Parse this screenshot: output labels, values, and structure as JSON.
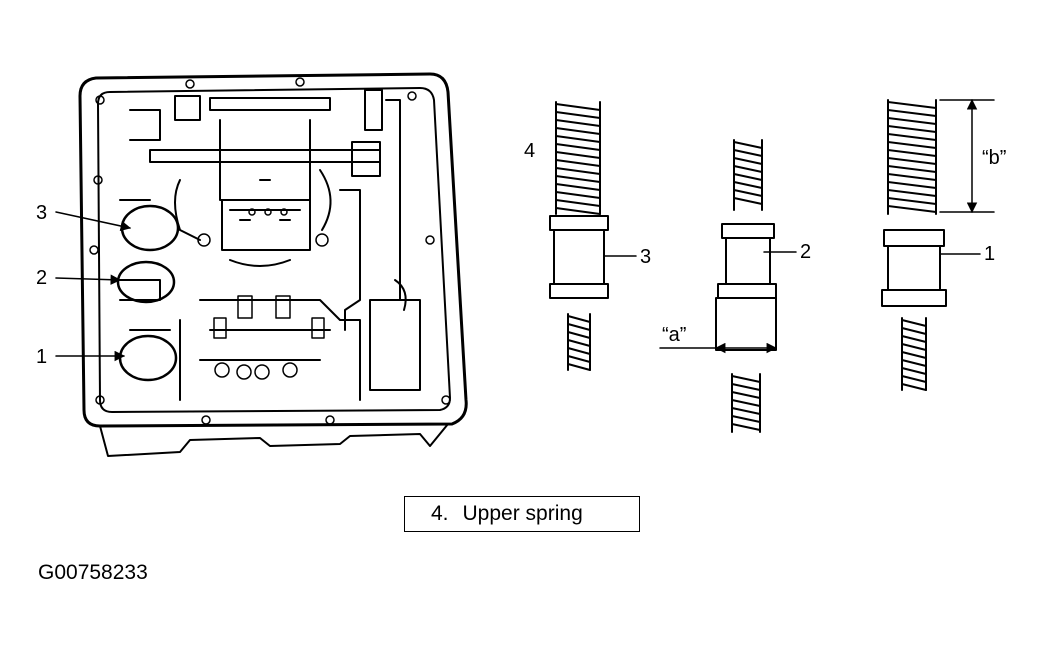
{
  "callouts": {
    "housing": [
      "3",
      "2",
      "1"
    ],
    "valves": [
      "4",
      "3",
      "2",
      "1"
    ],
    "dimensions": {
      "a": "“a”",
      "b": "“b”"
    }
  },
  "legend": {
    "number": "4.",
    "text": "Upper spring"
  },
  "figure_id": "G00758233",
  "colors": {
    "ink": "#000000",
    "paper": "#ffffff"
  }
}
